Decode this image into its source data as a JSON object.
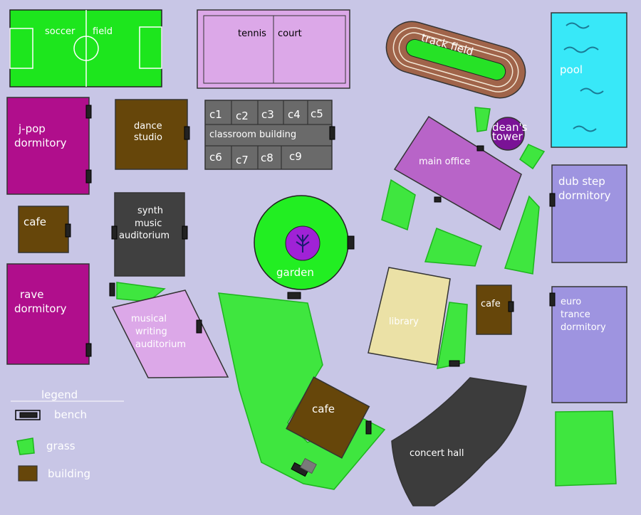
{
  "map": {
    "soccer_field": [
      "soccer",
      "field"
    ],
    "tennis_court": [
      "tennis",
      "court"
    ],
    "track_field": "track field",
    "pool": "pool",
    "jpop_dormitory": [
      "j-pop",
      "dormitory"
    ],
    "dance_studio": [
      "dance",
      "studio"
    ],
    "classroom_building": "classroom building",
    "classrooms_top": [
      "c1",
      "c2",
      "c3",
      "c4",
      "c5"
    ],
    "classrooms_bottom": [
      "c6",
      "c7",
      "c8",
      "c9"
    ],
    "deans_tower": [
      "dean's",
      "tower"
    ],
    "main_office": "main office",
    "dubstep_dormitory": [
      "dub step",
      "dormitory"
    ],
    "cafe_left": "cafe",
    "synth_auditorium": [
      "synth",
      "music",
      "auditorium"
    ],
    "garden": "garden",
    "rave_dormitory": [
      "rave",
      "dormitory"
    ],
    "musical_writing_auditorium": [
      "musical",
      "writing",
      "auditorium"
    ],
    "library": "library",
    "cafe_right": "cafe",
    "euro_trance_dormitory": [
      "euro",
      "trance",
      "dormitory"
    ],
    "cafe_center": "cafe",
    "concert_hall": "concert hall"
  },
  "legend": {
    "title": "legend",
    "bench": "bench",
    "grass": "grass",
    "building": "building"
  },
  "colors": {
    "background": "#c8c6e6",
    "soccer": "#1de61d",
    "tennis": "#dca8e8",
    "track": "#a0644a",
    "pool": "#38e8f8",
    "dorm_magenta": "#b00e8c",
    "brown": "#66460a",
    "gray": "#6a6a6a",
    "main_office": "#b864c8",
    "dorm_lavender": "#9e94e0",
    "garden": "#22ee22",
    "garden_center": "#a022d6",
    "library": "#ebe1a6",
    "concert_hall": "#3c3c3c"
  }
}
